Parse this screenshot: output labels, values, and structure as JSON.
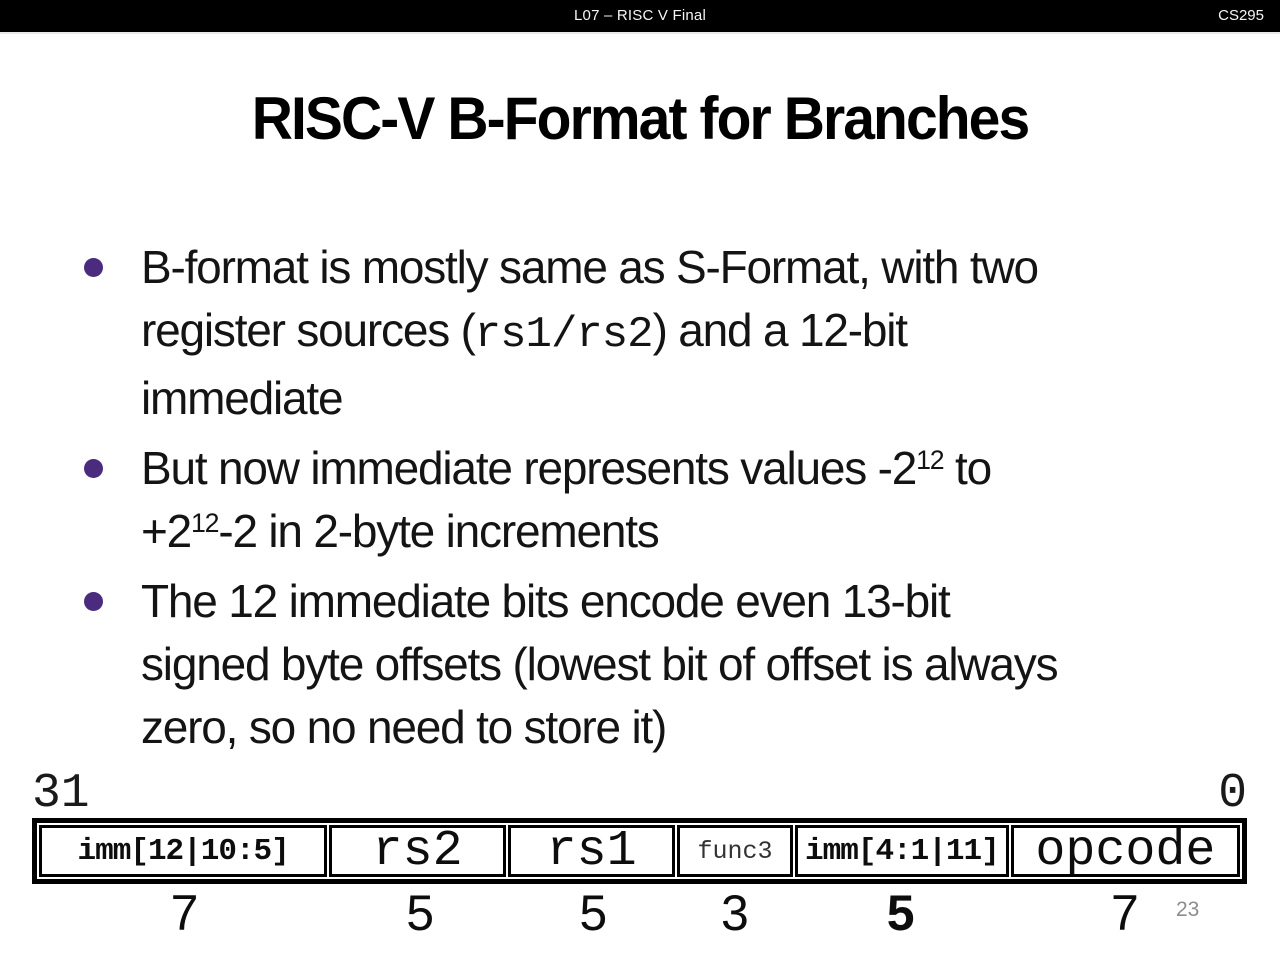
{
  "header": {
    "center": "L07 – RISC V Final",
    "right": "CS295"
  },
  "slide": {
    "title": "RISC-V B-Format for Branches",
    "bullets": [
      {
        "parts": [
          "B-format is mostly same as S-Format, with two\nregister sources (",
          "rs1/rs2",
          ") and a 12-bit\nimmediate"
        ]
      },
      {
        "parts": [
          "But now immediate represents values -2",
          "12",
          " to\n+2",
          "12",
          "-2 in 2-byte increments"
        ]
      },
      {
        "parts": [
          "The 12 immediate bits encode even 13-bit\nsigned byte offsets (lowest bit of offset is always\nzero, so no need to store it)"
        ]
      }
    ],
    "page_number": "23"
  },
  "diagram": {
    "bit_high_label": "31",
    "bit_low_label": "0",
    "fields": [
      {
        "name": "imm[12|10:5]",
        "width_bits": "7"
      },
      {
        "name": "rs2",
        "width_bits": "5"
      },
      {
        "name": "rs1",
        "width_bits": "5"
      },
      {
        "name": "func3",
        "width_bits": "3"
      },
      {
        "name": "imm[4:1|11]",
        "width_bits": "5"
      },
      {
        "name": "opcode",
        "width_bits": "7"
      }
    ]
  },
  "colors": {
    "bullet_marker": "#4a2b7e",
    "header_bg": "#000000",
    "page_number": "#8c8c8c"
  }
}
